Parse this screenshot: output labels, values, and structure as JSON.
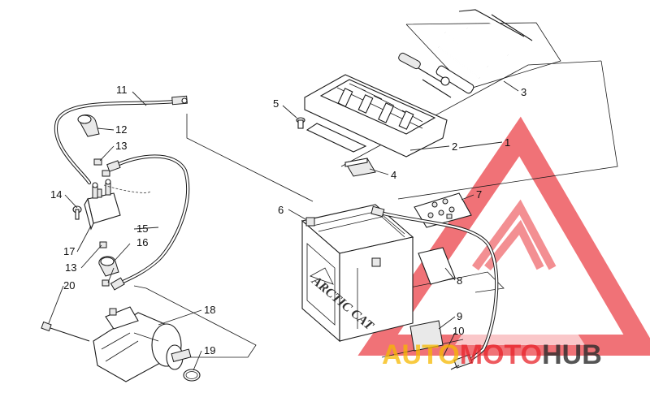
{
  "callouts": [
    {
      "id": "1",
      "label": "1"
    },
    {
      "id": "2",
      "label": "2"
    },
    {
      "id": "3",
      "label": "3"
    },
    {
      "id": "4",
      "label": "4"
    },
    {
      "id": "5",
      "label": "5"
    },
    {
      "id": "6",
      "label": "6"
    },
    {
      "id": "7",
      "label": "7"
    },
    {
      "id": "8",
      "label": "8"
    },
    {
      "id": "9",
      "label": "9"
    },
    {
      "id": "10",
      "label": "10"
    },
    {
      "id": "11",
      "label": "11"
    },
    {
      "id": "12",
      "label": "12"
    },
    {
      "id": "13a",
      "label": "13"
    },
    {
      "id": "13b",
      "label": "13"
    },
    {
      "id": "14",
      "label": "14"
    },
    {
      "id": "15",
      "label": "15"
    },
    {
      "id": "16",
      "label": "16"
    },
    {
      "id": "17",
      "label": "17"
    },
    {
      "id": "18",
      "label": "18"
    },
    {
      "id": "19",
      "label": "19"
    },
    {
      "id": "20",
      "label": "20"
    }
  ],
  "battery": {
    "brand": "ARCTIC CAT"
  },
  "watermark": {
    "part1": "AUTO",
    "part2": "MOTO",
    "part3": "HUB",
    "color_primary": "#e8232a",
    "color_secondary": "#f5b800",
    "color_dark": "#2b2b2b"
  }
}
